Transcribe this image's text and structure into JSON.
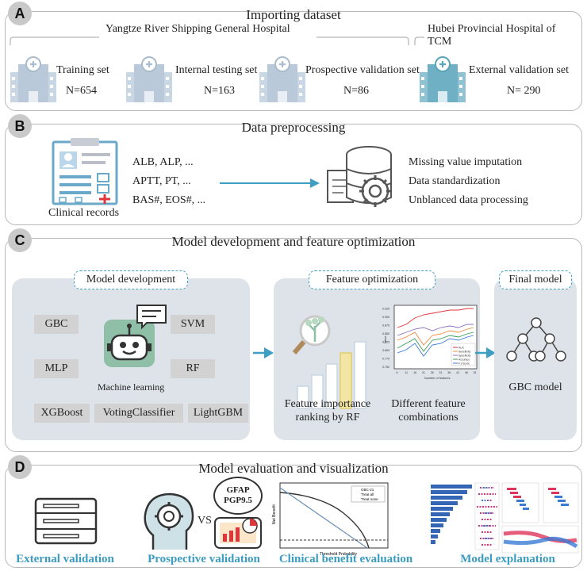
{
  "panel_a": {
    "letter": "A",
    "title": "Importing dataset",
    "hospital1": "Yangtze River Shipping General Hospital",
    "hospital2": "Hubei Provincial Hospital of TCM",
    "sets": [
      {
        "name": "Training set",
        "n": "N=654"
      },
      {
        "name": "Internal testing set",
        "n": "N=163"
      },
      {
        "name": "Prospective validation set",
        "n": "N=86"
      },
      {
        "name": "External validation set",
        "n": "N= 290"
      }
    ]
  },
  "panel_b": {
    "letter": "B",
    "title": "Data preprocessing",
    "records_label": "Clinical records",
    "features": [
      "ALB, ALP, ...",
      "APTT, PT, ...",
      "BAS#, EOS#, ..."
    ],
    "steps": [
      "Missing value imputation",
      "Data standardization",
      "Unblanced data processing"
    ]
  },
  "panel_c": {
    "letter": "C",
    "title": "Model development and feature optimization",
    "dev_title": "Model development",
    "models": [
      "GBC",
      "SVM",
      "MLP",
      "RF",
      "XGBoost",
      "VotingClassifier",
      "LightGBM"
    ],
    "ml_label": "Machine learning",
    "opt_title": "Feature optimization",
    "ranking_label": "Feature importance ranking by RF",
    "combo_label": "Different feature combinations",
    "final_title": "Final model",
    "final_label": "GBC model"
  },
  "panel_d": {
    "letter": "D",
    "title": "Model evaluation and visualization",
    "labels": [
      "External validation",
      "Prospective validation",
      "Clinical benefit evaluation",
      "Model explanation"
    ],
    "vs": "VS",
    "gfap": "GFAP",
    "pgp": "PGP9.5",
    "dca_legend": [
      "GBC-21",
      "Treat all",
      "Treat none"
    ],
    "dca_xlabel": "Threshold Probability",
    "dca_ylabel": "Net Benefit"
  },
  "mini_chart": {
    "xlabel": "Number of features",
    "ylabel": "Value",
    "legend": [
      "AUC",
      "Sensitivity",
      "Specificity",
      "Accuracy",
      "F1-Score"
    ],
    "x_ticks": [
      "6",
      "11",
      "16",
      "21",
      "26",
      "31",
      "36",
      "41",
      "46",
      "51"
    ],
    "y_ticks": [
      "0.925",
      "0.900",
      "0.875",
      "0.850",
      "0.825",
      "0.800",
      "0.775",
      "0.750"
    ]
  },
  "colors": {
    "accent": "#3f9fc2",
    "building": "#c9d6e3",
    "building_highlight": "#7bb6c9",
    "panel_grey": "#dde3e9",
    "model_box": "#d2d2d2"
  }
}
